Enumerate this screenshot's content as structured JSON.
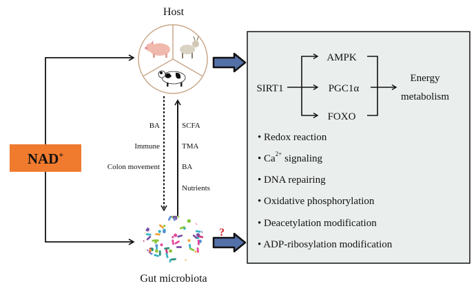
{
  "host": {
    "label": "Host"
  },
  "nad": {
    "label": "NAD",
    "superscript": "+"
  },
  "gut": {
    "label": "Gut microbiota"
  },
  "question_mark": "?",
  "arrows_down": [
    "BA",
    "Immune",
    "Colon movement"
  ],
  "arrows_up": [
    "SCFA",
    "TMA",
    "BA",
    "Nutrients"
  ],
  "panel": {
    "sirt1": "SIRT1",
    "targets": [
      "AMPK",
      "PGC1α",
      "FOXO"
    ],
    "energy": [
      "Energy",
      "metabolism"
    ],
    "bullets": [
      {
        "before": "Redox reaction",
        "sup": "",
        "after": ""
      },
      {
        "before": "Ca",
        "sup": "2+",
        "after": " signaling"
      },
      {
        "before": "DNA repairing",
        "sup": "",
        "after": ""
      },
      {
        "before": "Oxidative phosphorylation",
        "sup": "",
        "after": ""
      },
      {
        "before": "Deacetylation modification",
        "sup": "",
        "after": ""
      },
      {
        "before": "ADP-ribosylation modification",
        "sup": "",
        "after": ""
      }
    ]
  },
  "colors": {
    "nad_box": "#f07a2e",
    "panel_bg": "#eaeeec",
    "block_arrow": "#5470a8",
    "question": "#d8202a"
  }
}
